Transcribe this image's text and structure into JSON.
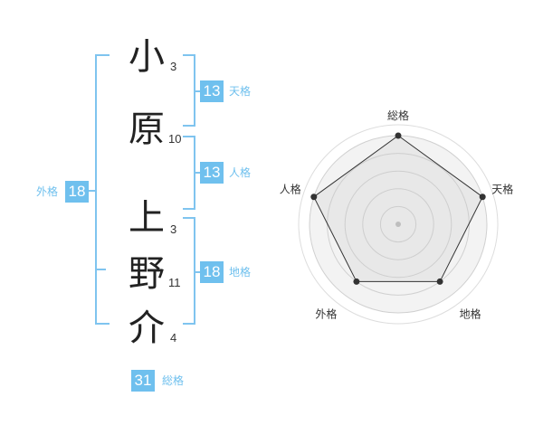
{
  "name": {
    "chars": [
      {
        "char": "小",
        "strokes": "3"
      },
      {
        "char": "原",
        "strokes": "10"
      },
      {
        "char": "上",
        "strokes": "3"
      },
      {
        "char": "野",
        "strokes": "11"
      },
      {
        "char": "介",
        "strokes": "4"
      }
    ]
  },
  "fortunes": {
    "tenkaku": {
      "label": "天格",
      "value": "13"
    },
    "jinkaku": {
      "label": "人格",
      "value": "13"
    },
    "chikaku": {
      "label": "地格",
      "value": "18"
    },
    "gaikaku": {
      "label": "外格",
      "value": "18"
    },
    "soukaku": {
      "label": "総格",
      "value": "31"
    }
  },
  "colors": {
    "accent": "#6fc0ee",
    "bracket": "#7fc4ef",
    "text": "#222222"
  },
  "chart_data": {
    "type": "radar",
    "axes": [
      "総格",
      "天格",
      "地格",
      "外格",
      "人格"
    ],
    "values": [
      5,
      5,
      4,
      4,
      5
    ],
    "range": [
      0,
      5
    ],
    "grid_rings": 5
  }
}
